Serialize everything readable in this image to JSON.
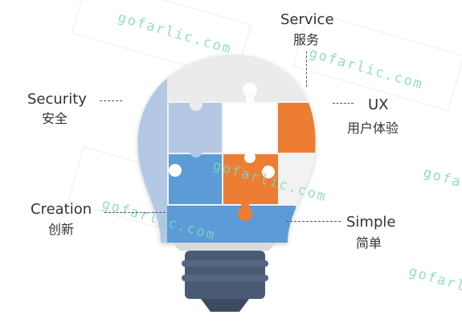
{
  "watermark": "gofarlic.com",
  "labels": {
    "service": {
      "en": "Service",
      "zh": "服务"
    },
    "security": {
      "en": "Security",
      "zh": "安全"
    },
    "ux": {
      "en": "UX",
      "zh": "用户体验"
    },
    "creation": {
      "en": "Creation",
      "zh": "创新"
    },
    "simple": {
      "en": "Simple",
      "zh": "简单"
    }
  },
  "colors": {
    "light_gray": "#ebebeb",
    "light_blue": "#b4c8e4",
    "white": "#ffffff",
    "orange": "#ed7d31",
    "blue": "#5b9bd5",
    "base_dark": "#4a5a73"
  }
}
